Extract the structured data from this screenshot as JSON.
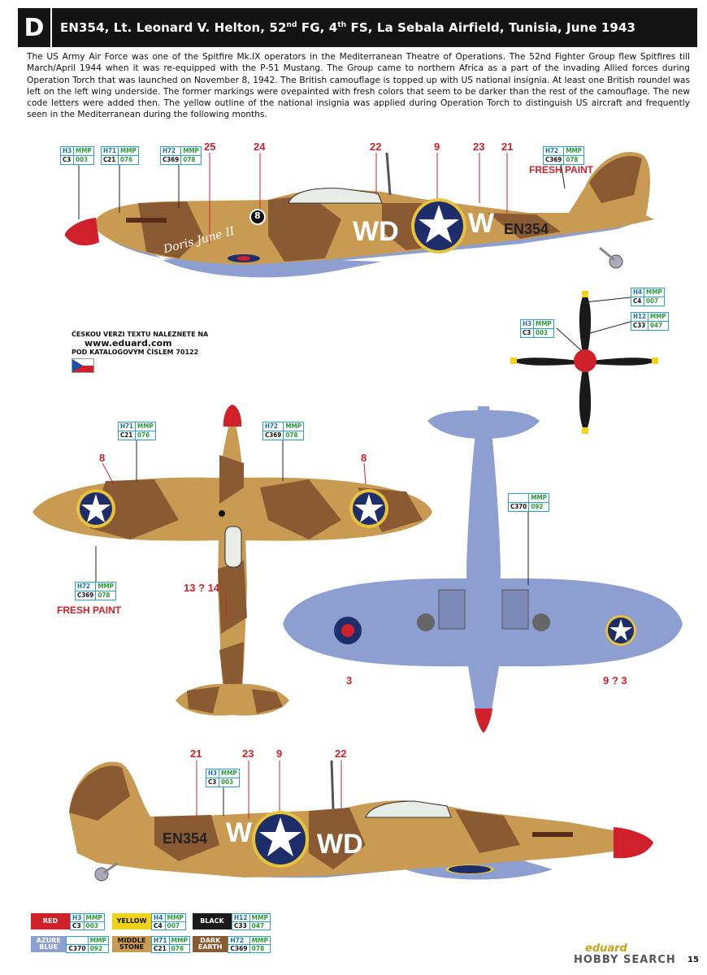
{
  "header": {
    "letter": "D",
    "title_main": "EN354, Lt. Leonard V. Helton, 52",
    "sup1": "nd",
    "title_mid1": " FG, 4",
    "sup2": "th",
    "title_rest": " FS, La Sebala Airfield, Tunisia, June 1943"
  },
  "description": "The US Army Air Force was one of the Spitfire Mk.IX operators in the Mediterranean Theatre of Operations. The 52nd Fighter Group flew Spitfires till March/April 1944 when it was re-equipped with the P-51 Mustang. The Group came to northern Africa as a part of the invading Allied forces during Operation Torch that was launched on November 8, 1942. The British camouflage is topped up with US national insignia. At least one British roundel was left on the left wing underside. The former markings were ovepainted with fresh colors that seem to be darker than the rest of the camouflage. The new code letters were added then. The yellow outline of the national insignia was applied during Operation Torch to distinguish US aircraft and frequently seen in the Mediterranean during the following months.",
  "side_view": {
    "codes": "WD",
    "code_w": "W",
    "serial": "EN354",
    "nose_art": "Doris June II",
    "fuselage_badge": "8",
    "fresh_paint": "FRESH PAINT",
    "stencil_numbers": [
      "25",
      "24",
      "22",
      "9",
      "23",
      "21"
    ],
    "callouts": [
      {
        "h": "H3",
        "m": "MMP",
        "c": "C3",
        "n": "003"
      },
      {
        "h": "H71",
        "m": "MMP",
        "c": "C21",
        "n": "076"
      },
      {
        "h": "H72",
        "m": "MMP",
        "c": "C369",
        "n": "078"
      },
      {
        "h": "H72",
        "m": "MMP",
        "c": "C369",
        "n": "078"
      }
    ]
  },
  "propeller": {
    "callouts": [
      {
        "h": "H4",
        "m": "MMP",
        "c": "C4",
        "n": "007"
      },
      {
        "h": "H12",
        "m": "MMP",
        "c": "C33",
        "n": "047"
      },
      {
        "h": "H3",
        "m": "MMP",
        "c": "C3",
        "n": "003"
      }
    ]
  },
  "czech_note": {
    "line1": "ČESKOU VERZI TEXTU NALEZNETE NA",
    "url": "www.eduard.com",
    "line3": "POD KATALOGOVÝM ČÍSLEM",
    "catalog": "70122"
  },
  "top_view": {
    "numbers": [
      "8",
      "8",
      "13 ? 14"
    ],
    "fresh_paint": "FRESH PAINT",
    "callouts": [
      {
        "h": "H71",
        "m": "MMP",
        "c": "C21",
        "n": "076"
      },
      {
        "h": "H72",
        "m": "MMP",
        "c": "C369",
        "n": "078"
      },
      {
        "h": "H72",
        "m": "MMP",
        "c": "C369",
        "n": "078"
      }
    ]
  },
  "bottom_view": {
    "numbers": [
      "3",
      "9 ? 3"
    ],
    "callouts": [
      {
        "h": "",
        "m": "MMP",
        "c": "C370",
        "n": "092"
      }
    ]
  },
  "left_view": {
    "serial": "EN354",
    "code_w": "W",
    "codes": "WD",
    "stencil_numbers": [
      "21",
      "23",
      "9",
      "22"
    ],
    "callouts": [
      {
        "h": "H3",
        "m": "MMP",
        "c": "C3",
        "n": "003"
      }
    ]
  },
  "legend": [
    {
      "name": "RED",
      "color": "#d0202a",
      "text_color": "#ffffff",
      "h": "H3",
      "m": "MMP",
      "c": "C3",
      "n": "003"
    },
    {
      "name": "YELLOW",
      "color": "#f1d21a",
      "text_color": "#111111",
      "h": "H4",
      "m": "MMP",
      "c": "C4",
      "n": "007"
    },
    {
      "name": "BLACK",
      "color": "#1a1a1a",
      "text_color": "#ffffff",
      "h": "H12",
      "m": "MMP",
      "c": "C33",
      "n": "047"
    },
    {
      "name": "AZURE BLUE",
      "color": "#8d9fd0",
      "text_color": "#ffffff",
      "h": "",
      "m": "MMP",
      "c": "C370",
      "n": "092"
    },
    {
      "name": "MIDDLE STONE",
      "color": "#c89a52",
      "text_color": "#111111",
      "h": "H71",
      "m": "MMP",
      "c": "C21",
      "n": "076"
    },
    {
      "name": "DARK EARTH",
      "color": "#8a5a33",
      "text_color": "#ffffff",
      "h": "H72",
      "m": "MMP",
      "c": "C369",
      "n": "078"
    }
  ],
  "footer": {
    "brand": "eduard",
    "watermark": "HOBBY SEARCH",
    "page": "15"
  }
}
